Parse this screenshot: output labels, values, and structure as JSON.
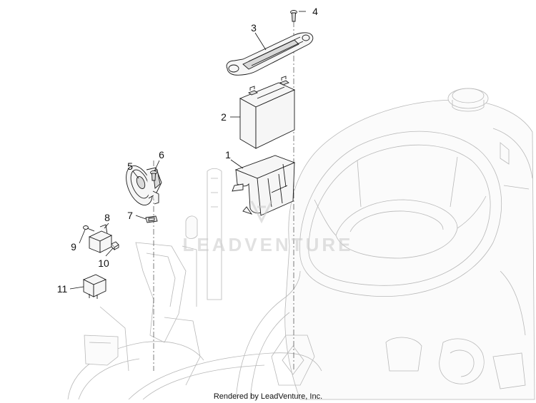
{
  "callouts": [
    {
      "id": "1",
      "label": "1"
    },
    {
      "id": "2",
      "label": "2"
    },
    {
      "id": "3",
      "label": "3"
    },
    {
      "id": "4",
      "label": "4"
    },
    {
      "id": "5",
      "label": "5"
    },
    {
      "id": "6",
      "label": "6"
    },
    {
      "id": "7",
      "label": "7"
    },
    {
      "id": "8",
      "label": "8"
    },
    {
      "id": "9",
      "label": "9"
    },
    {
      "id": "10",
      "label": "10"
    },
    {
      "id": "11",
      "label": "11"
    }
  ],
  "watermark": "LEADVENTURE",
  "footer": "Rendered by LeadVenture, Inc.",
  "colors": {
    "line": "#1a1a1a",
    "ghost": "#b8b8b8",
    "watermark": "#c9c9c9"
  }
}
